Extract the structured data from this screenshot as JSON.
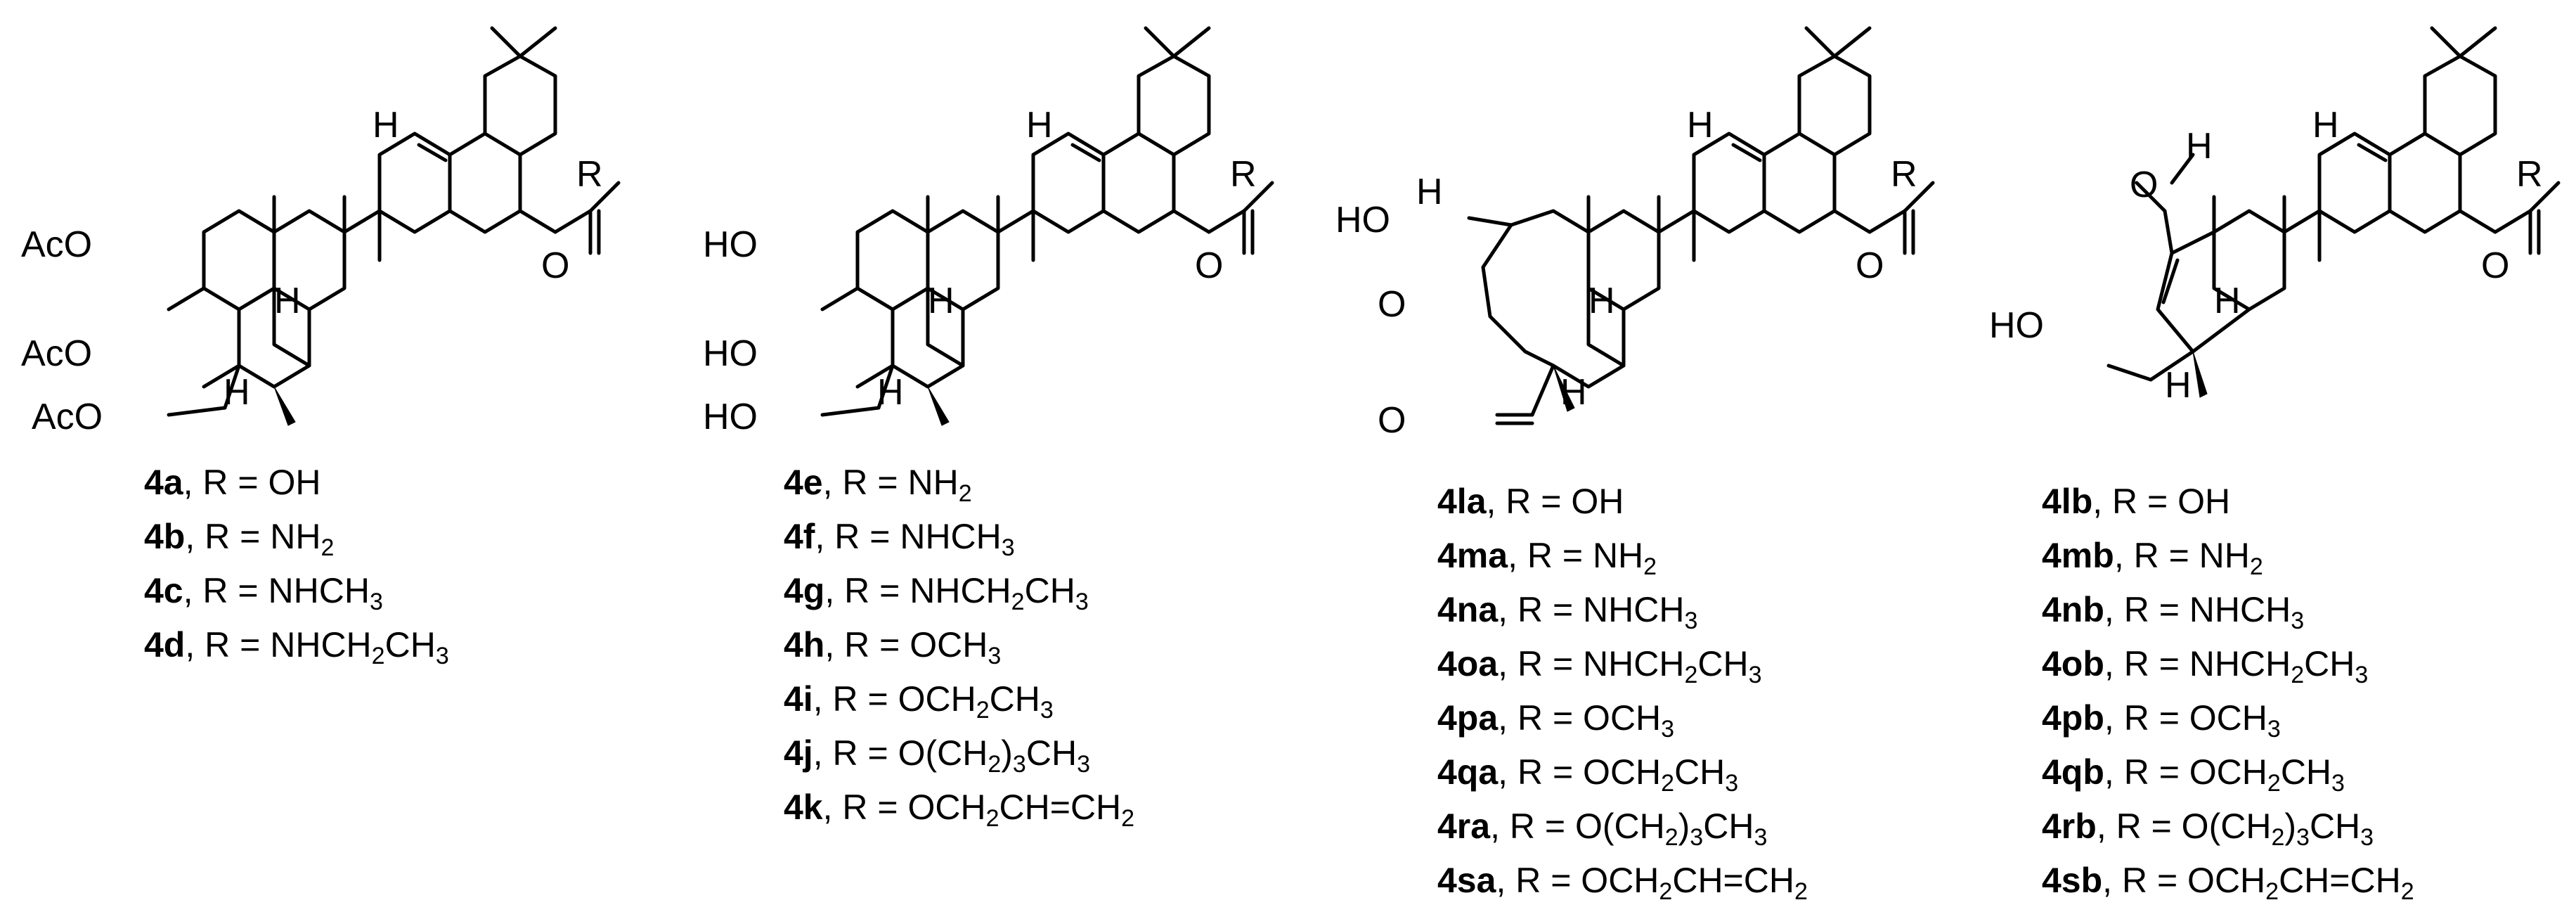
{
  "structures": [
    {
      "id": "4a-4d",
      "atom_labels": [
        "AcO",
        "AcO",
        "AcO",
        "H",
        "H",
        "H",
        "R",
        "O"
      ],
      "compounds": [
        {
          "code": "4a",
          "text": ", R = OH"
        },
        {
          "code": "4b",
          "text": ", R = NH",
          "sub": "2",
          "tail": ""
        },
        {
          "code": "4c",
          "text": ", R = NHCH",
          "sub": "3",
          "tail": ""
        },
        {
          "code": "4d",
          "text": ", R = NHCH",
          "sub": "2",
          "tail": "CH",
          "sub2": "3"
        }
      ]
    },
    {
      "id": "4e-4k",
      "atom_labels": [
        "HO",
        "HO",
        "HO",
        "H",
        "H",
        "H",
        "R",
        "O"
      ],
      "compounds": [
        {
          "code": "4e",
          "text": ", R = NH",
          "sub": "2"
        },
        {
          "code": "4f",
          "text": ", R = NHCH",
          "sub": "3"
        },
        {
          "code": "4g",
          "text": ", R = NHCH",
          "sub": "2",
          "tail": "CH",
          "sub2": "3"
        },
        {
          "code": "4h",
          "text": ", R = OCH",
          "sub": "3"
        },
        {
          "code": "4i",
          "text": ", R = OCH",
          "sub": "2",
          "tail": "CH",
          "sub2": "3"
        },
        {
          "code": "4j",
          "text": ", R = O(CH",
          "sub": "2",
          "tail": ")",
          "sub2": "3",
          "tail2": "CH",
          "sub3": "3"
        },
        {
          "code": "4k",
          "text": ", R = OCH",
          "sub": "2",
          "tail": "CH=CH",
          "sub2": "2"
        }
      ]
    },
    {
      "id": "4la-4sa",
      "atom_labels": [
        "HO",
        "H",
        "O",
        "O",
        "H",
        "H",
        "H",
        "R",
        "O"
      ],
      "compounds": [
        {
          "code": "4la",
          "text": ", R = OH"
        },
        {
          "code": "4ma",
          "text": ", R = NH",
          "sub": "2"
        },
        {
          "code": "4na",
          "text": ", R = NHCH",
          "sub": "3"
        },
        {
          "code": "4oa",
          "text": ", R = NHCH",
          "sub": "2",
          "tail": "CH",
          "sub2": "3"
        },
        {
          "code": "4pa",
          "text": ", R = OCH",
          "sub": "3"
        },
        {
          "code": "4qa",
          "text": ", R = OCH",
          "sub": "2",
          "tail": "CH",
          "sub2": "3"
        },
        {
          "code": "4ra",
          "text": ", R = O(CH",
          "sub": "2",
          "tail": ")",
          "sub2": "3",
          "tail2": "CH",
          "sub3": "3"
        },
        {
          "code": "4sa",
          "text": ", R = OCH",
          "sub": "2",
          "tail": "CH=CH",
          "sub2": "2"
        }
      ]
    },
    {
      "id": "4lb-4sb",
      "atom_labels": [
        "O",
        "H",
        "HO",
        "H",
        "H",
        "H",
        "R",
        "O"
      ],
      "compounds": [
        {
          "code": "4lb",
          "text": ", R = OH"
        },
        {
          "code": "4mb",
          "text": ", R = NH",
          "sub": "2"
        },
        {
          "code": "4nb",
          "text": ", R = NHCH",
          "sub": "3"
        },
        {
          "code": "4ob",
          "text": ", R = NHCH",
          "sub": "2",
          "tail": "CH",
          "sub2": "3"
        },
        {
          "code": "4pb",
          "text": ", R = OCH",
          "sub": "3"
        },
        {
          "code": "4qb",
          "text": ", R = OCH",
          "sub": "2",
          "tail": "CH",
          "sub2": "3"
        },
        {
          "code": "4rb",
          "text": ", R = O(CH",
          "sub": "2",
          "tail": ")",
          "sub2": "3",
          "tail2": "CH",
          "sub3": "3"
        },
        {
          "code": "4sb",
          "text": ", R = OCH",
          "sub": "2",
          "tail": "CH=CH",
          "sub2": "2"
        }
      ]
    }
  ]
}
